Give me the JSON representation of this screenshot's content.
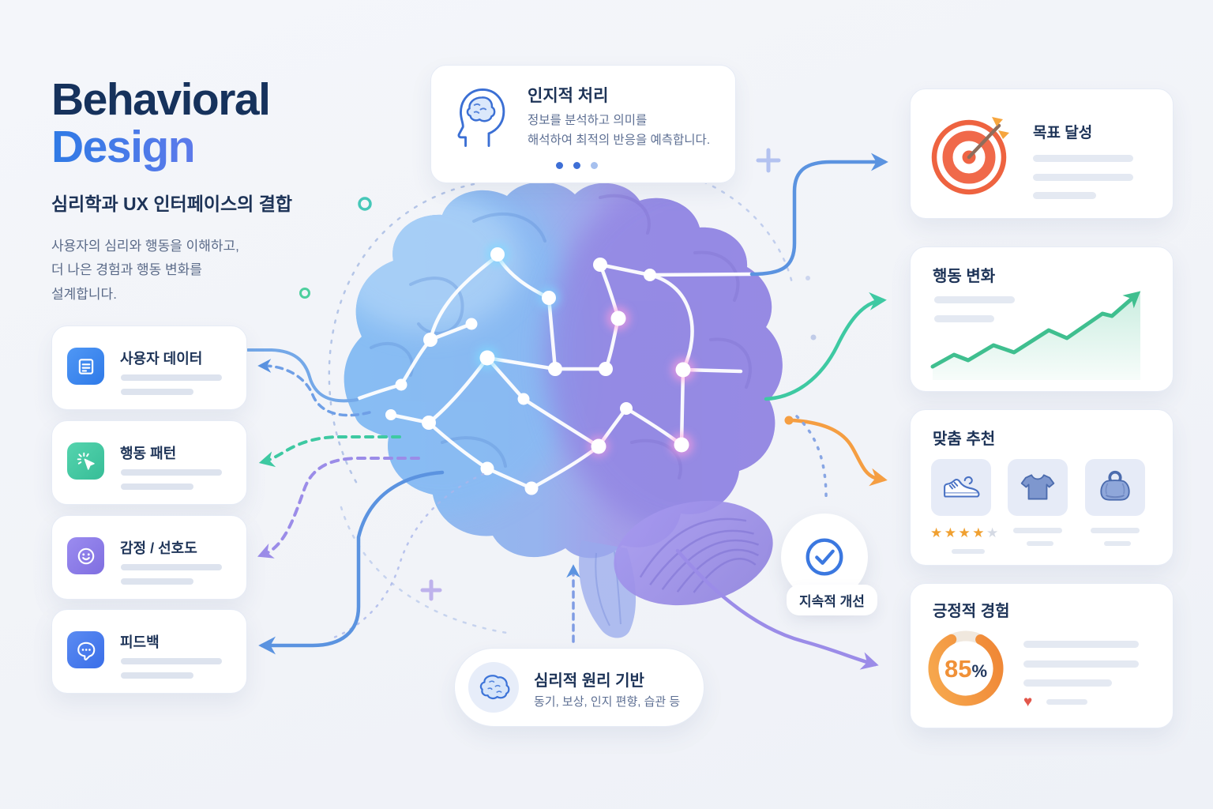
{
  "header": {
    "title_line1": "Behavioral",
    "title_line2": "Design",
    "subtitle": "심리학과 UX 인터페이스의 결합",
    "description_line1": "사용자의 심리와 행동을 이해하고,",
    "description_line2": "더 나은 경험과 행동 변화를",
    "description_line3": "설계합니다."
  },
  "cognitive_card": {
    "title": "인지적 처리",
    "body_line1": "정보를 분석하고 의미를",
    "body_line2": "해석하여 최적의 반응을 예측합니다.",
    "icon": "head-profile-brain-icon",
    "carousel_dots": 3
  },
  "input_cards": [
    {
      "title": "사용자 데이터",
      "icon": "document-lines-icon",
      "icon_bg": "#3d8bf2"
    },
    {
      "title": "행동 패턴",
      "icon": "cursor-click-icon",
      "icon_bg": "#45c9a5"
    },
    {
      "title": "감정 / 선호도",
      "icon": "smiley-face-icon",
      "icon_bg": "#8b7be8"
    },
    {
      "title": "피드백",
      "icon": "chat-bubble-icon",
      "icon_bg": "#4a7df0"
    }
  ],
  "outcome_cards": {
    "goal": {
      "title": "목표 달성",
      "icon": "target-arrow-icon"
    },
    "behavior_change": {
      "title": "행동 변화",
      "icon": "growth-line-chart"
    },
    "recommendation": {
      "title": "맞춤 추천",
      "product_icons": [
        "sneaker-icon",
        "tshirt-icon",
        "bag-icon"
      ],
      "rating_filled": 4,
      "rating_total": 5,
      "star_char": "★"
    },
    "positive_experience": {
      "title": "긍정적 경험",
      "percent_value": "85",
      "percent_sign": "%",
      "icon": "donut-gauge-85"
    }
  },
  "improvement_badge": {
    "label": "지속적 개선",
    "icon": "check-circle-icon"
  },
  "principle_card": {
    "title": "심리적 원리 기반",
    "subtitle": "동기, 보상, 인지 편향, 습관 등",
    "icon": "brain-icon"
  },
  "colors": {
    "navy": "#1d3357",
    "body_gray": "#5a6a88",
    "blue": "#3e78d8",
    "teal": "#3ec9a2",
    "purple": "#9b8ce8",
    "orange": "#f59e42",
    "target_red": "#ee6340",
    "chart_green": "#3fbf8f",
    "heart_red": "#e2574b",
    "placeholder_bar": "#dde3ee"
  }
}
